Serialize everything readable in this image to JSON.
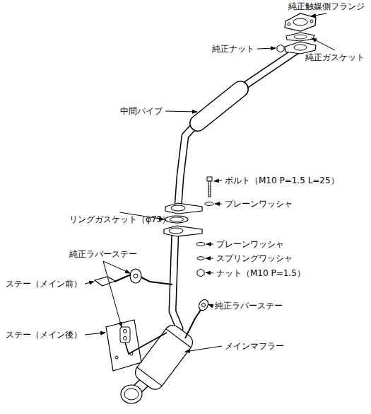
{
  "diagram": {
    "labels": [
      "純正触媒側フランジ",
      "純正ナット",
      "純正ガスケット",
      "中間パイプ",
      "ボルト（M10 P=1.5 L=25）",
      "プレーンワッシャ",
      "リングガスケット（φ75）",
      "プレーンワッシャ",
      "スプリングワッシャ",
      "ナット（M10 P=1.5）",
      "純正ラバーステー",
      "ステー（メイン前）",
      "純正ラバーステー",
      "ステー（メイン後）",
      "メインマフラー"
    ]
  }
}
